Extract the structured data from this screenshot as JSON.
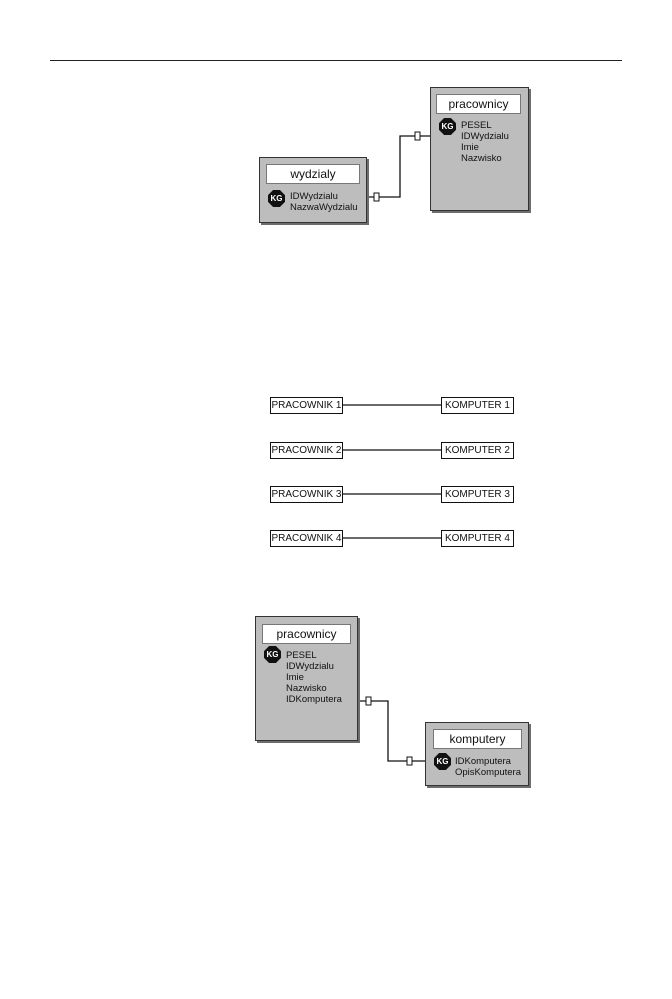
{
  "diagram1": {
    "table_wydzialy": {
      "title": "wydzialy",
      "key_badge": "KG",
      "fields": [
        "IDWydzialu",
        "NazwaWydzialu"
      ]
    },
    "table_pracownicy": {
      "title": "pracownicy",
      "key_badge": "KG",
      "fields": [
        "PESEL",
        "IDWydzialu",
        "Imie",
        "Nazwisko"
      ]
    }
  },
  "diagram2": {
    "pracownicy": [
      "PRACOWNIK 1",
      "PRACOWNIK 2",
      "PRACOWNIK 3",
      "PRACOWNIK 4"
    ],
    "komputery": [
      "KOMPUTER 1",
      "KOMPUTER 2",
      "KOMPUTER 3",
      "KOMPUTER 4"
    ]
  },
  "diagram3": {
    "table_pracownicy": {
      "title": "pracownicy",
      "key_badge": "KG",
      "fields": [
        "PESEL",
        "IDWydzialu",
        "Imie",
        "Nazwisko",
        "IDKomputera"
      ]
    },
    "table_komputery": {
      "title": "komputery",
      "key_badge": "KG",
      "fields": [
        "IDKomputera",
        "OpisKomputera"
      ]
    }
  }
}
